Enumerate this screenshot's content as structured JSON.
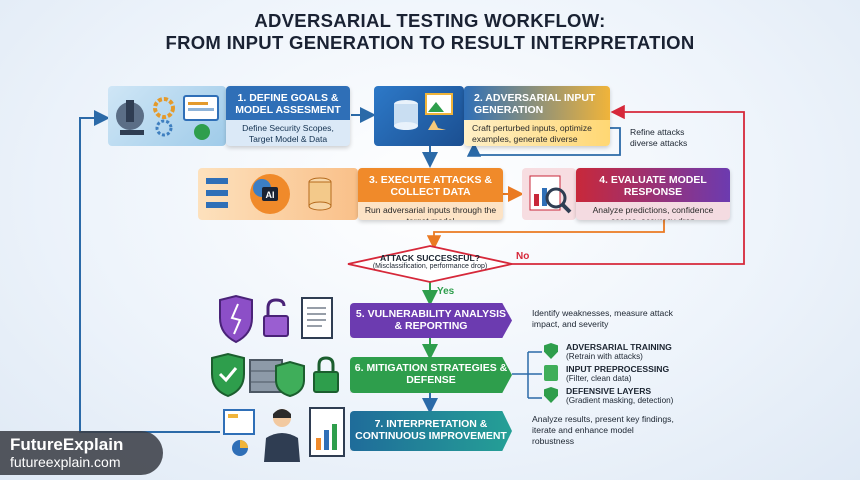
{
  "title": {
    "line1": "ADVERSARIAL TESTING WORKFLOW:",
    "line2": "FROM INPUT GENERATION TO RESULT INTERPRETATION"
  },
  "steps": [
    {
      "title": "1. DEFINE GOALS & MODEL ASSESMENT",
      "desc": "Define Security Scopes, Target Model & Data",
      "color": "#2f6fb7"
    },
    {
      "title": "2. ADVERSARIAL INPUT GENERATION",
      "desc": "Craft perturbed inputs, optimize examples, generate diverse attacks",
      "color": "#f0b43a"
    },
    {
      "title": "3. EXECUTE ATTACKS & COLLECT DATA",
      "desc": "Run adversarial inputs through the target model",
      "color": "#f08a2a"
    },
    {
      "title": "4. EVALUATE MODEL RESPONSE",
      "desc": "Analyze predictions, confidence scores, accuracy drop",
      "color": "#c8283a"
    },
    {
      "title": "5. VULNERABILITY ANALYSIS & REPORTING",
      "desc": "Identify weaknesses, measure attack impact, and severity",
      "color": "#6c3bb0"
    },
    {
      "title": "6. MITIGATION STRATEGIES & DEFENSE",
      "color": "#2e9e4c"
    },
    {
      "title": "7. INTERPRETATION & CONTINUOUS IMPROVEMENT",
      "desc": "Analyze results, present key findings, iterate and enhance model robustness",
      "color": "#1f7f93"
    }
  ],
  "refine_note": "Refine attacks diverse attacks",
  "decision": {
    "question": "ATTACK SUCCESSFUL?",
    "detail": "(Misclassification, performance drop)",
    "no_label": "No",
    "yes_label": "Yes"
  },
  "defenses": [
    {
      "title": "ADVERSARIAL TRAINING",
      "detail": "(Retrain with attacks)"
    },
    {
      "title": "INPUT PREPROCESSING",
      "detail": "(Filter, clean data)"
    },
    {
      "title": "DEFENSIVE LAYERS",
      "detail": "(Gradient masking, detection)"
    }
  ],
  "ai_chip_label": "AI",
  "brand": {
    "name": "FutureExplain",
    "url": "futureexplain.com"
  }
}
